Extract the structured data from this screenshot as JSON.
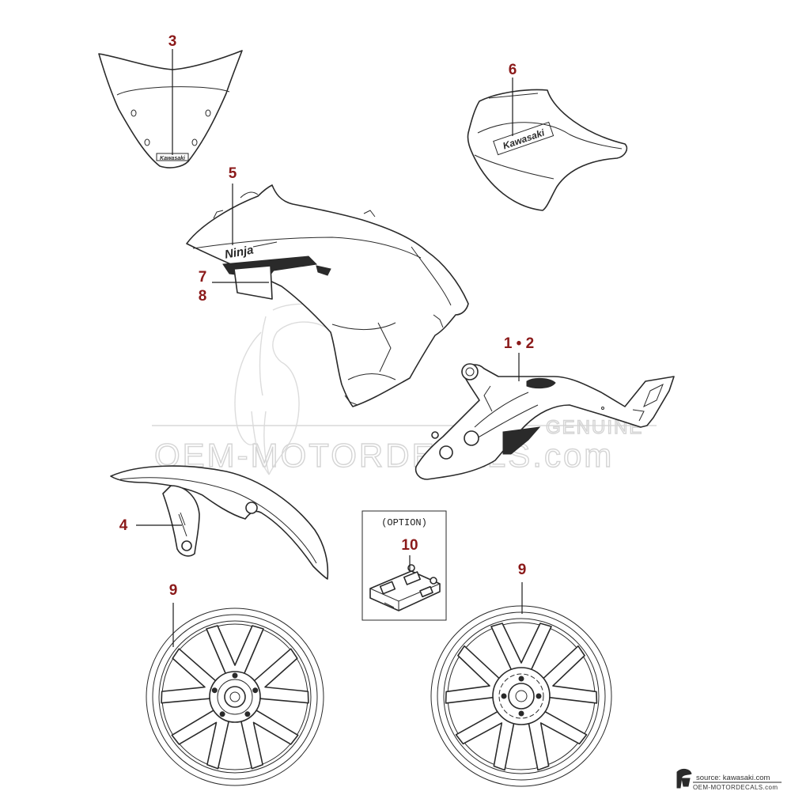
{
  "watermark": {
    "text": "OEM-MOTORDECALS.com",
    "side_text": "GENUINE"
  },
  "callouts": {
    "c3": "3",
    "c6": "6",
    "c5": "5",
    "c7": "7",
    "c8": "8",
    "c12": "1 • 2",
    "c4": "4",
    "c10": "10",
    "c9_left": "9",
    "c9_right": "9"
  },
  "option_box": {
    "label": "(OPTION)"
  },
  "decal_text": {
    "seat_logo": "Kawasaki",
    "windshield_logo": "Kawasaki",
    "fairing_logo": "Ninja"
  },
  "footer": {
    "source": "source: kawasaki.com",
    "site": "OEM-MOTORDECALS.com"
  },
  "colors": {
    "callout": "#8b1a1a",
    "line": "#2a2a2a",
    "watermark": "#d4d4d4"
  }
}
